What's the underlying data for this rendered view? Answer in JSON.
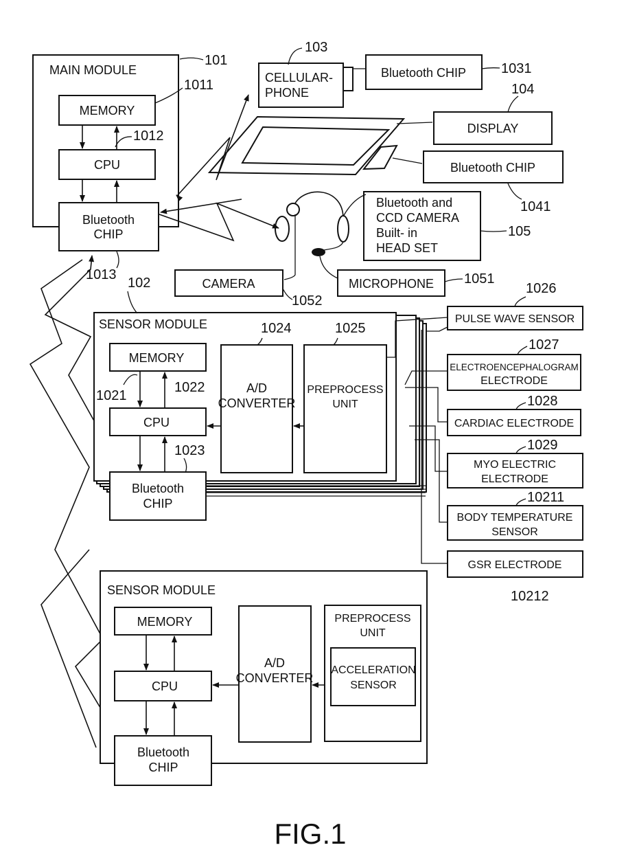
{
  "figure_label": "FIG.1",
  "main_module": {
    "ref": "101",
    "title": "MAIN MODULE",
    "memory": {
      "label": "MEMORY",
      "ref": "1011"
    },
    "cpu": {
      "label": "CPU",
      "ref": "1012"
    },
    "bluetooth": {
      "label_line1": "Bluetooth",
      "label_line2": "CHIP",
      "ref": "1013"
    }
  },
  "cellular_phone": {
    "ref": "103",
    "label_line1": "CELLULAR-",
    "label_line2": "PHONE",
    "bluetooth_label": "Bluetooth CHIP",
    "bluetooth_ref": "1031"
  },
  "display": {
    "ref": "104",
    "label": "DISPLAY",
    "bluetooth_label": "Bluetooth CHIP",
    "bluetooth_ref": "1041"
  },
  "headset": {
    "ref": "105",
    "label_lines": [
      "Bluetooth and",
      "CCD CAMERA",
      "Built- in",
      "HEAD SET"
    ],
    "camera_label": "CAMERA",
    "camera_ref": "1052",
    "microphone_label": "MICROPHONE",
    "microphone_ref": "1051"
  },
  "sensor_module_1": {
    "ref": "102",
    "title": "SENSOR MODULE",
    "memory": {
      "label": "MEMORY",
      "ref": "1021"
    },
    "cpu": {
      "label": "CPU",
      "ref": "1022"
    },
    "bluetooth": {
      "label_line1": "Bluetooth",
      "label_line2": "CHIP",
      "ref": "1023"
    },
    "ad": {
      "label_line1": "A/D",
      "label_line2": "CONVERTER",
      "ref": "1024"
    },
    "preprocess": {
      "label_line1": "PREPROCESS",
      "label_line2": "UNIT",
      "ref": "1025"
    }
  },
  "sensors": [
    {
      "label_line1": "PULSE WAVE SENSOR",
      "label_line2": "",
      "ref": "1026"
    },
    {
      "label_line1": "ELECTROENCEPHALOGRAM",
      "label_line2": "ELECTRODE",
      "ref": "1027"
    },
    {
      "label_line1": "CARDIAC ELECTRODE",
      "label_line2": "",
      "ref": "1028"
    },
    {
      "label_line1": "MYO ELECTRIC",
      "label_line2": "ELECTRODE",
      "ref": "1029"
    },
    {
      "label_line1": "BODY TEMPERATURE",
      "label_line2": "SENSOR",
      "ref": "10211"
    },
    {
      "label_line1": "GSR ELECTRODE",
      "label_line2": "",
      "ref": "10212"
    }
  ],
  "sensor_module_2": {
    "title": "SENSOR MODULE",
    "memory": "MEMORY",
    "cpu": "CPU",
    "bluetooth_line1": "Bluetooth",
    "bluetooth_line2": "CHIP",
    "ad_line1": "A/D",
    "ad_line2": "CONVERTER",
    "preprocess_line1": "PREPROCESS",
    "preprocess_line2": "UNIT",
    "accel_line1": "ACCELERATION",
    "accel_line2": "SENSOR"
  }
}
